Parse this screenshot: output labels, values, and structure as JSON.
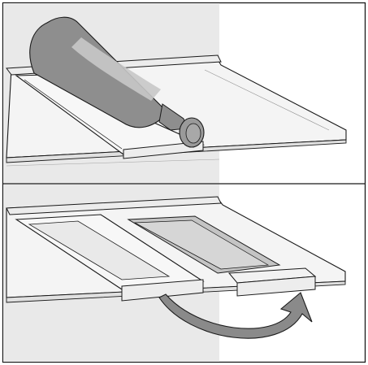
{
  "figure": {
    "panels": [
      {
        "id": "top-panel",
        "objects": [
          "glass-shelf",
          "bottle-holder-insert",
          "wine-bottle"
        ]
      },
      {
        "id": "bottom-panel",
        "objects": [
          "glass-shelf",
          "flipped-bottle-holder-insert",
          "recessed-tray",
          "rotation-arrow"
        ]
      }
    ]
  },
  "colors": {
    "frame": "#1a1a1a",
    "background_shade": "#e9e9e9",
    "shelf_fill": "#f4f4f4",
    "shelf_top": "#ececec",
    "bottle_fill": "#8e8e8e",
    "bottle_highlight": "#c8c8c8",
    "tray_fill": "#c4c4c4",
    "arrow_fill": "#8a8a8a",
    "line": "#1a1a1a"
  }
}
